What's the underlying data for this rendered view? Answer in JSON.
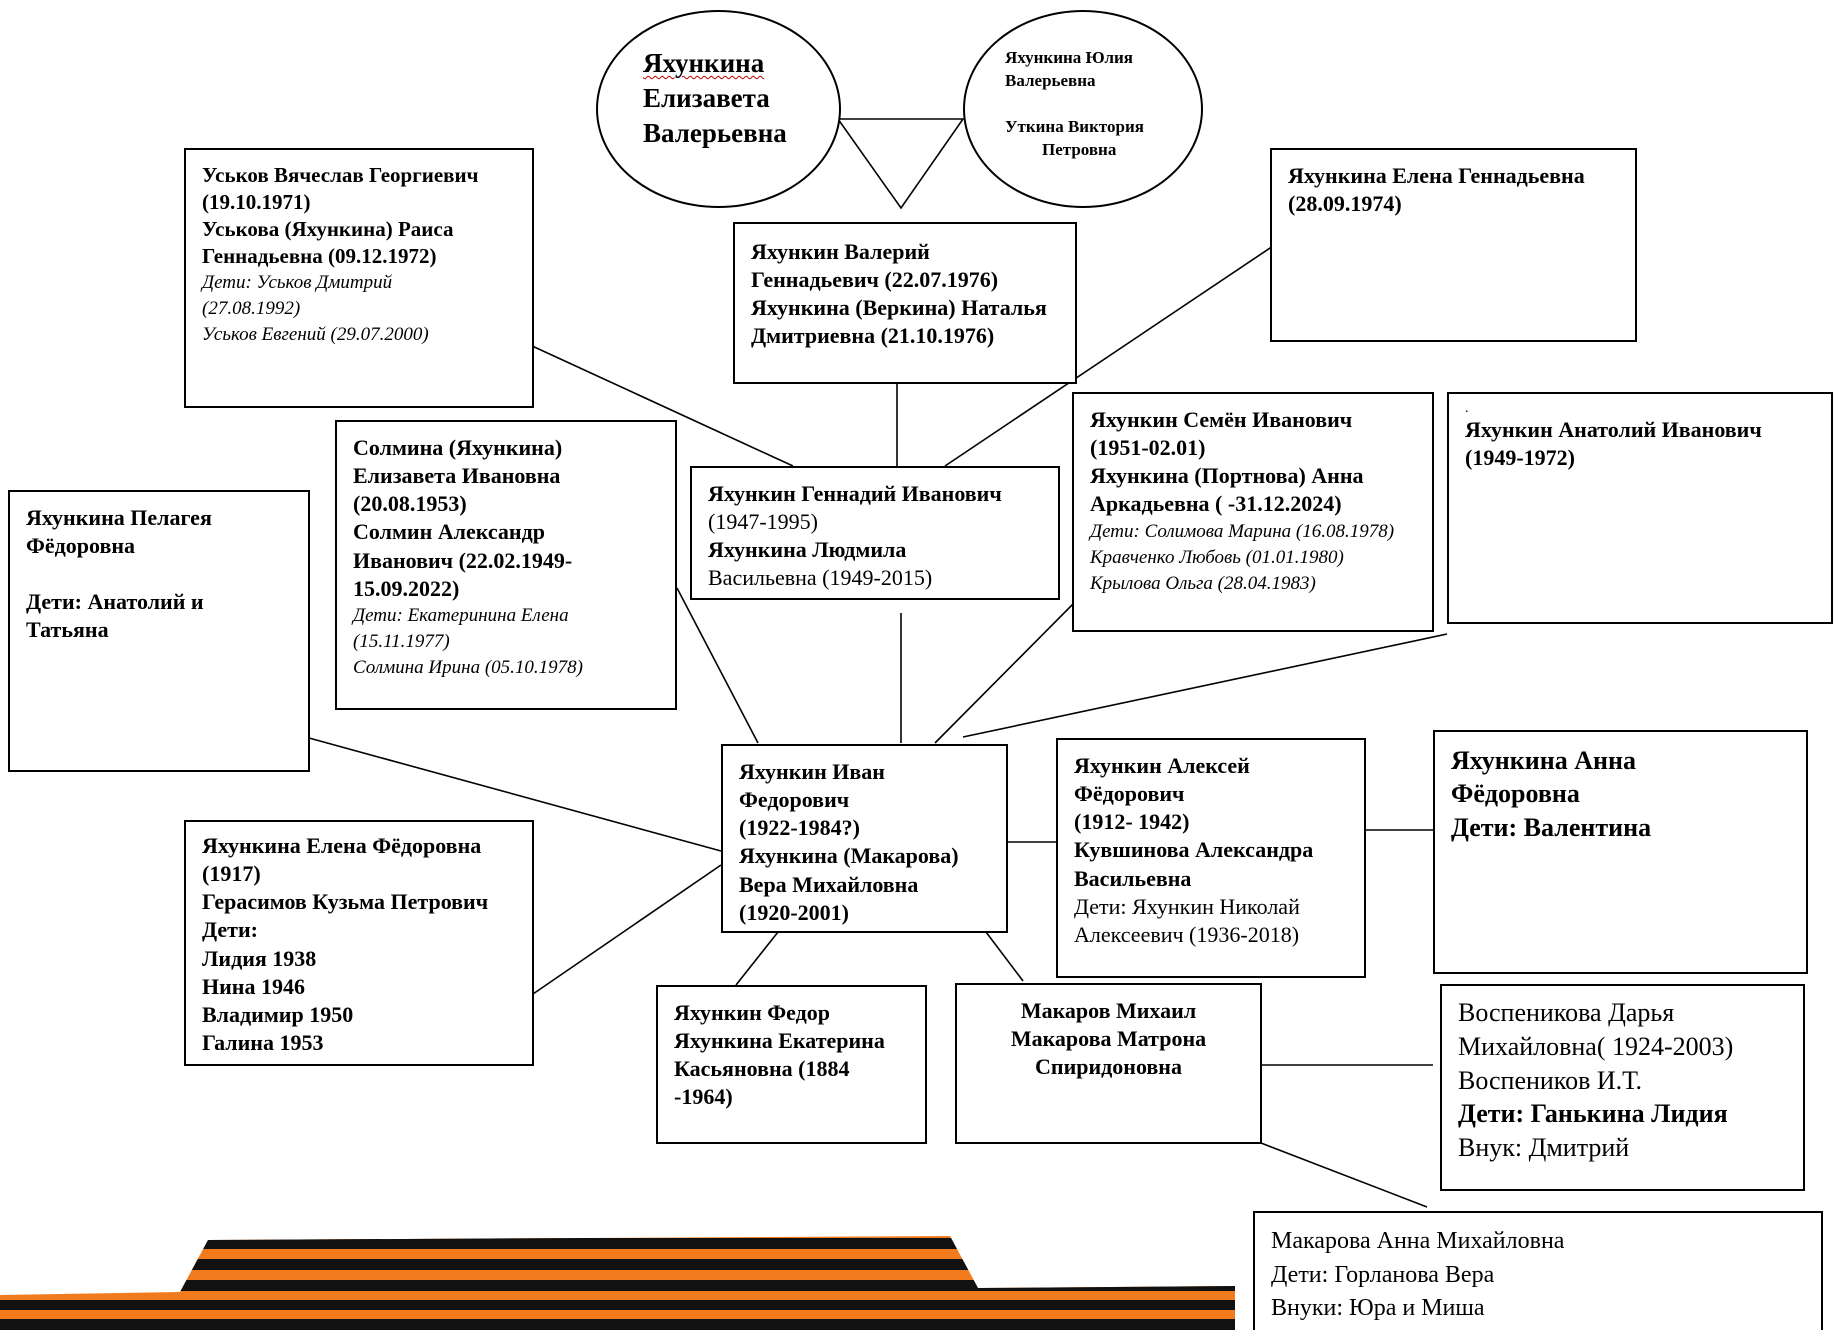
{
  "couple_top": {
    "left": [
      "Яхункина",
      "Елизавета",
      "Валерьевна"
    ],
    "right": [
      "Яхункина Юлия",
      "Валерьевна",
      "",
      "Уткина Виктория",
      "Петровна"
    ]
  },
  "box_uskov": {
    "l1": "Уськов Вячеслав Георгиевич",
    "l2": "(19.10.1971)",
    "l3": "Уськова (Яхункина) Раиса",
    "l4": "Геннадьевна (09.12.1972)",
    "i1": "Дети: Уськов Дмитрий",
    "i2": "(27.08.1992)",
    "i3": "Уськов Евгений (29.07.2000)"
  },
  "box_valery": {
    "l1": "Яхункин Валерий",
    "l2": "Геннадьевич (22.07.1976)",
    "l3": "Яхункина (Веркина) Наталья",
    "l4": "Дмитриевна (21.10.1976)"
  },
  "box_elena_g": {
    "l1": "Яхункина Елена Геннадьевна",
    "l2": "(28.09.1974)"
  },
  "box_solmina": {
    "l1": "Солмина (Яхункина)",
    "l2": "Елизавета Ивановна",
    "l3": "(20.08.1953)",
    "l4": "Солмин Александр",
    "l5": "Иванович (22.02.1949-",
    "l6": "15.09.2022)",
    "i1": "Дети: Екатеринина Елена",
    "i2": "(15.11.1977)",
    "i3": "Солмина Ирина (05.10.1978)"
  },
  "box_gennady": {
    "l1": "Яхункин Геннадий Иванович",
    "l2": "(1947-1995)",
    "l3": "Яхункина Людмила",
    "l4": "Васильевна (1949-2015)"
  },
  "box_semyon": {
    "l1": "Яхункин Семён Иванович",
    "l2": "(1951-02.01)",
    "l3": "Яхункина (Портнова) Анна",
    "l4": "Аркадьевна ( -31.12.2024)",
    "i1": "Дети: Солимова Марина (16.08.1978)",
    "i2": "Кравченко Любовь (01.01.1980)",
    "i3": "Крылова Ольга (28.04.1983)"
  },
  "box_anatoly": {
    "dot": ".",
    "l1": "Яхункин Анатолий Иванович",
    "l2": "(1949-1972)"
  },
  "box_pelageya": {
    "l1": "Яхункина Пелагея",
    "l2": "Фёдоровна",
    "l3": "Дети: Анатолий и",
    "l4": "Татьяна"
  },
  "box_ivan": {
    "l1": "Яхункин Иван",
    "l2": "Федорович",
    "l3": "(1922-1984?)",
    "l4": "Яхункина (Макарова)",
    "l5": "Вера Михайловна",
    "l6": "(1920-2001)"
  },
  "box_alexey": {
    "l1": "Яхункин Алексей",
    "l2": "Фёдорович",
    "l3": "(1912- 1942)",
    "l4": "Кувшинова Александра",
    "l5": "Васильевна",
    "l6": "Дети: Яхункин Николай",
    "l7": "Алексеевич (1936-2018)"
  },
  "box_anna_f": {
    "l1": "Яхункина Анна",
    "l2": "Фёдоровна",
    "l3": "Дети: Валентина"
  },
  "box_elena_f": {
    "l1": "Яхункина Елена Фёдоровна",
    "l2": "(1917)",
    "l3": "Герасимов Кузьма Петрович",
    "l4": "Дети:",
    "l5": "Лидия 1938",
    "l6": "Нина 1946",
    "l7": "Владимир 1950",
    "l8": "Галина 1953"
  },
  "box_fedor": {
    "l1": "Яхункин Федор",
    "l2": "Яхункина Екатерина",
    "l3": "Касьяновна (1884",
    "l4": "-1964)"
  },
  "box_makarov": {
    "l1": "Макаров Михаил",
    "l2": "Макарова Матрона",
    "l3": "Спиридоновна"
  },
  "box_vospenikova": {
    "l1": "Воспеникова Дарья",
    "l2": "Михайловна( 1924-2003)",
    "l3": "Воспеников И.Т.",
    "l4": "Дети: Ганькина Лидия",
    "l5": "Внук: Дмитрий"
  },
  "box_makarova_anna": {
    "l1": "Макарова Анна Михайловна",
    "l2": "Дети: Горланова Вера",
    "l3": "Внуки: Юра и Миша"
  },
  "colors": {
    "line": "#000000",
    "ribbon_orange": "#f07a1c",
    "ribbon_black": "#111111",
    "spellcheck": "#c00000"
  }
}
